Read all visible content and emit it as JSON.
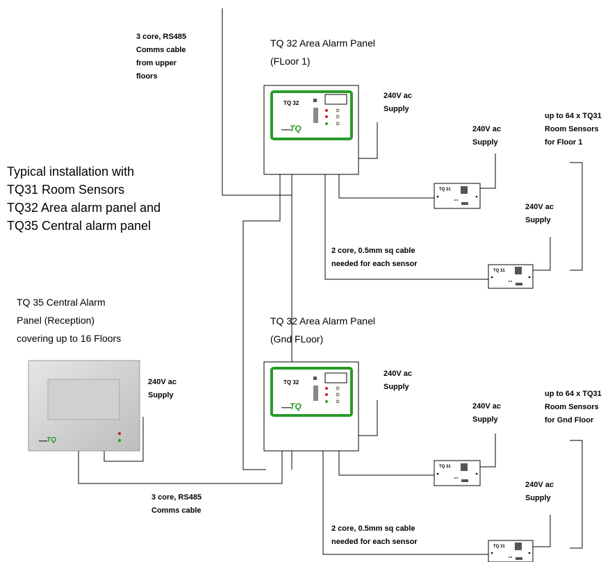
{
  "intro": {
    "lines": [
      "Typical installation with",
      "TQ31 Room Sensors",
      "TQ32 Area alarm panel and",
      "TQ35 Central alarm panel"
    ]
  },
  "cables": {
    "upper_comms": [
      "3 core, RS485",
      "Comms cable",
      "from upper",
      "floors"
    ],
    "bottom_comms": [
      "3 core, RS485",
      "Comms cable"
    ],
    "sensor_cable_floor1": [
      "2 core, 0.5mm sq cable",
      "needed for each sensor"
    ],
    "sensor_cable_gnd": [
      "2 core, 0.5mm sq cable",
      "needed for each sensor"
    ]
  },
  "supply": [
    "240V ac",
    "Supply"
  ],
  "panels": {
    "floor1": {
      "title": [
        "TQ 32 Area Alarm Panel",
        "(FLoor 1)"
      ],
      "model": "TQ 32"
    },
    "gnd": {
      "title": [
        "TQ 32 Area Alarm Panel",
        "(Gnd FLoor)"
      ],
      "model": "TQ 32"
    },
    "central": {
      "title": [
        "TQ 35 Central Alarm",
        "Panel (Reception)",
        "covering up to 16 Floors"
      ]
    }
  },
  "sensors": {
    "model": "TQ 31",
    "floor1_note": [
      "up to 64 x TQ31",
      "Room Sensors",
      "for Floor 1"
    ],
    "gnd_note": [
      "up to 64 x TQ31",
      "Room Sensors",
      "for Gnd Floor"
    ]
  },
  "logo_text": "TQ",
  "colors": {
    "panel_green": "#2a9a2a",
    "led_red": "#cc2222",
    "led_green": "#22aa22",
    "central_grey": "#c8c8c8"
  }
}
